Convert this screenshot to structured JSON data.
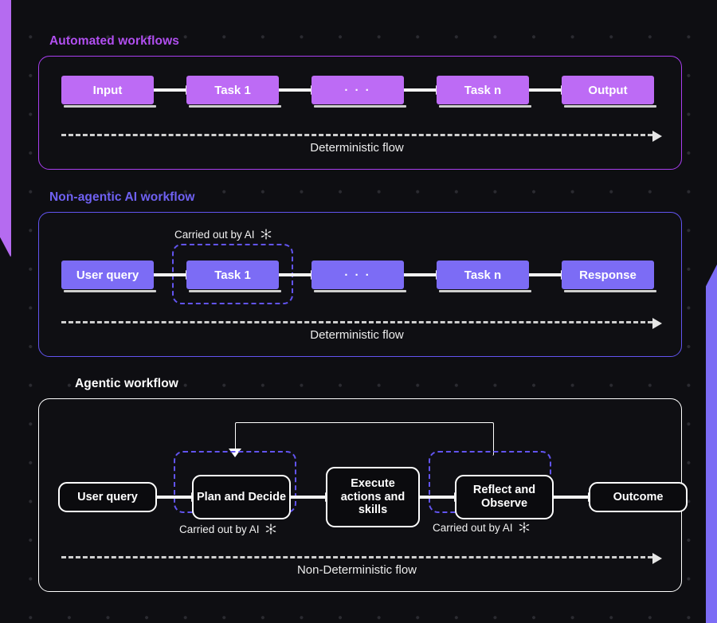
{
  "theme": {
    "background": "#0e0e12",
    "purple_accent": "#bd6bf5",
    "violet_accent": "#7c6cf5",
    "white_accent": "#ffffff",
    "purple_title": "#b14ff0",
    "violet_title": "#6f61f2"
  },
  "sections": [
    {
      "id": "automated",
      "title": "Automated workflows",
      "nodes": [
        "Input",
        "Task 1",
        "· · ·",
        "Task n",
        "Output"
      ],
      "flow_label": "Deterministic flow",
      "ai_captions": []
    },
    {
      "id": "non-agentic",
      "title": "Non-agentic AI workflow",
      "nodes": [
        "User query",
        "Task 1",
        "· · ·",
        "Task n",
        "Response"
      ],
      "flow_label": "Deterministic flow",
      "ai_captions": [
        "Carried out by AI"
      ]
    },
    {
      "id": "agentic",
      "title": "Agentic workflow",
      "nodes": [
        "User query",
        "Plan and Decide",
        "Execute actions and skills",
        "Reflect and Observe",
        "Outcome"
      ],
      "flow_label": "Non-Deterministic flow",
      "ai_captions": [
        "Carried out by AI",
        "Carried out by AI"
      ]
    }
  ],
  "icons": {
    "ai": "atom-icon"
  }
}
